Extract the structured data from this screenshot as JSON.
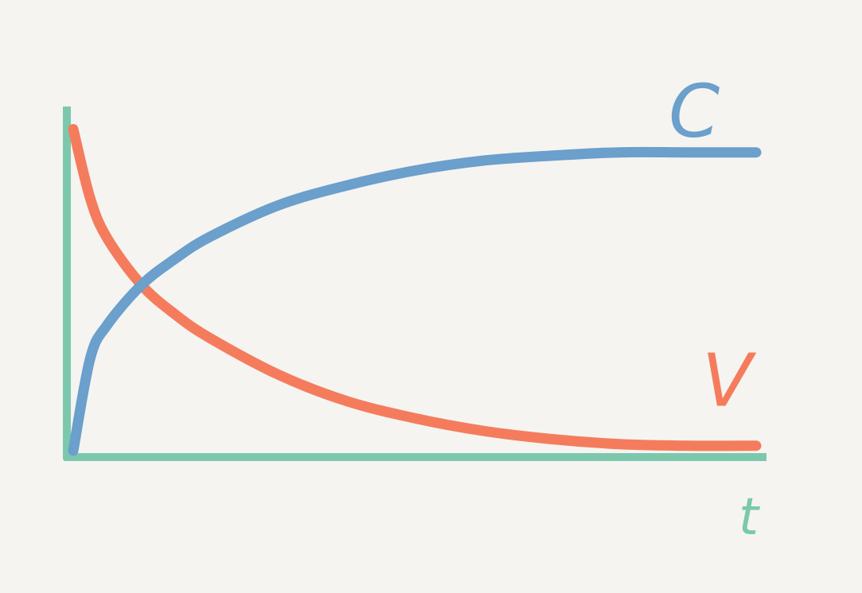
{
  "chart_data": {
    "type": "line",
    "title": "",
    "xlabel": "t",
    "ylabel": "",
    "grid": false,
    "legend": "none",
    "xlim": [
      0,
      10
    ],
    "ylim": [
      0,
      1
    ],
    "series": [
      {
        "name": "C",
        "color": "#6b9fcc",
        "x": [
          0,
          0.25,
          0.5,
          1,
          1.5,
          2,
          3,
          4,
          5,
          6,
          7,
          8,
          9,
          10
        ],
        "y": [
          0,
          0.28,
          0.38,
          0.5,
          0.58,
          0.645,
          0.74,
          0.8,
          0.845,
          0.875,
          0.89,
          0.9,
          0.9,
          0.9
        ]
      },
      {
        "name": "V",
        "color": "#f47c5d",
        "x": [
          0,
          0.25,
          0.5,
          1,
          1.5,
          2,
          3,
          4,
          5,
          6,
          7,
          8,
          9,
          10
        ],
        "y": [
          0.97,
          0.76,
          0.64,
          0.5,
          0.41,
          0.34,
          0.23,
          0.15,
          0.098,
          0.06,
          0.035,
          0.02,
          0.015,
          0.015
        ]
      }
    ]
  },
  "colors": {
    "background": "#f5f4f0",
    "axis": "#7cc8ad",
    "series_c": "#6b9fcc",
    "series_v": "#f47c5d"
  }
}
